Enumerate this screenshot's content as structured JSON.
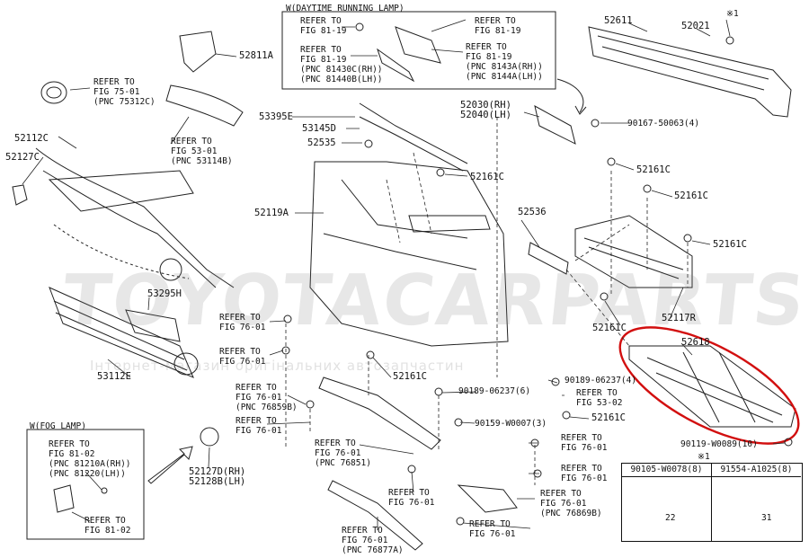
{
  "watermark": {
    "main": "TOYOTACARPARTS.CR",
    "sub": "Інтернет-магазин оригінальних автозапчастин"
  },
  "drl_box": {
    "title": "W(DAYTIME RUNNING LAMP)"
  },
  "fog_box": {
    "title": "W(FOG LAMP)"
  },
  "inset": {
    "mark": "※1",
    "left_part": "90105-W0078(8)",
    "right_part": "91554-A1025(8)",
    "left_dim": "22",
    "right_dim": "31"
  },
  "labels": [
    {
      "id": "drl-ref-1",
      "text": "REFER TO\nFIG 81-19"
    },
    {
      "id": "drl-ref-2",
      "text": "REFER TO\nFIG 81-19"
    },
    {
      "id": "drl-ref-3",
      "text": "REFER TO\nFIG 81-19\n(PNC 81430C(RH))\n(PNC 81440B(LH))"
    },
    {
      "id": "drl-ref-4",
      "text": "REFER TO\nFIG 81-19\n(PNC 8143A(RH))\n(PNC 8144A(LH))"
    },
    {
      "id": "p52611",
      "text": "52611"
    },
    {
      "id": "p52021",
      "text": "52021"
    },
    {
      "id": "mark1-top",
      "text": "※1"
    },
    {
      "id": "p52811a",
      "text": "52811A"
    },
    {
      "id": "ref-75-01",
      "text": "REFER TO\nFIG 75-01\n(PNC 75312C)"
    },
    {
      "id": "p52112c",
      "text": "52112C"
    },
    {
      "id": "p52127c",
      "text": "52127C"
    },
    {
      "id": "ref-53-01",
      "text": "REFER TO\nFIG 53-01\n(PNC 53114B)"
    },
    {
      "id": "p53395e",
      "text": "53395E"
    },
    {
      "id": "p53145d",
      "text": "53145D"
    },
    {
      "id": "p52535",
      "text": "52535"
    },
    {
      "id": "p52030",
      "text": "52030(RH)\n52040(LH)"
    },
    {
      "id": "p90167",
      "text": "90167-50063(4)"
    },
    {
      "id": "p52161c-1",
      "text": "52161C"
    },
    {
      "id": "p52161c-2",
      "text": "52161C"
    },
    {
      "id": "p52161c-3",
      "text": "52161C"
    },
    {
      "id": "p52161c-4",
      "text": "52161C"
    },
    {
      "id": "p52161c-5",
      "text": "52161C"
    },
    {
      "id": "p52161c-6",
      "text": "52161C"
    },
    {
      "id": "p52161c-7",
      "text": "52161C"
    },
    {
      "id": "p52119a",
      "text": "52119A"
    },
    {
      "id": "p52536",
      "text": "52536"
    },
    {
      "id": "p52117r",
      "text": "52117R"
    },
    {
      "id": "p52618",
      "text": "52618"
    },
    {
      "id": "p53295h",
      "text": "53295H"
    },
    {
      "id": "p53112e",
      "text": "53112E"
    },
    {
      "id": "ref-76-01-a",
      "text": "REFER TO\nFIG 76-01"
    },
    {
      "id": "ref-76-01-b",
      "text": "REFER TO\nFIG 76-01"
    },
    {
      "id": "ref-76-01-c",
      "text": "REFER TO\nFIG 76-01\n(PNC 76859B)"
    },
    {
      "id": "ref-76-01-d",
      "text": "REFER TO\nFIG 76-01"
    },
    {
      "id": "p90189-4",
      "text": "90189-06237(4)"
    },
    {
      "id": "ref-53-02",
      "text": "REFER TO\nFIG 53-02"
    },
    {
      "id": "p90189-6",
      "text": "90189-06237(6)"
    },
    {
      "id": "p90159",
      "text": "90159-W0007(3)"
    },
    {
      "id": "ref-76-01-e",
      "text": "REFER TO\nFIG 76-01\n(PNC 76851)"
    },
    {
      "id": "ref-76-01-f",
      "text": "REFER TO\nFIG 76-01"
    },
    {
      "id": "ref-76-01-g",
      "text": "REFER TO\nFIG 76-01"
    },
    {
      "id": "ref-76-01-h",
      "text": "REFER TO\nFIG 76-01"
    },
    {
      "id": "ref-76-01-i",
      "text": "REFER TO\nFIG 76-01\n(PNC 76869B)"
    },
    {
      "id": "ref-76-01-j",
      "text": "REFER TO\nFIG 76-01"
    },
    {
      "id": "ref-76-01-k",
      "text": "REFER TO\nFIG 76-01\n(PNC 76877A)"
    },
    {
      "id": "p90119",
      "text": "90119-W0089(10)"
    },
    {
      "id": "p52127d",
      "text": "52127D(RH)\n52128B(LH)"
    },
    {
      "id": "fog-ref-1",
      "text": "REFER TO\nFIG 81-02\n(PNC 81210A(RH))\n(PNC 81220(LH))"
    },
    {
      "id": "fog-ref-2",
      "text": "REFER TO\nFIG 81-02"
    }
  ]
}
